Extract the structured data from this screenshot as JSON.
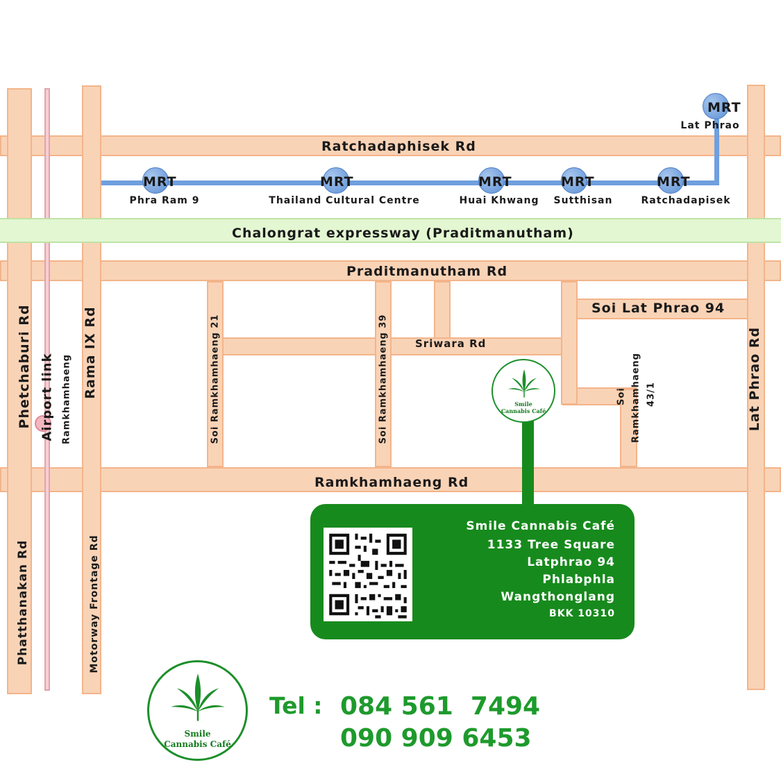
{
  "roads": {
    "ratchadaphisek": "Ratchadaphisek Rd",
    "chalongrat": "Chalongrat expressway (Praditmanutham)",
    "praditmanutham": "Praditmanutham Rd",
    "soi_lat_phrao_94": "Soi Lat Phrao 94",
    "sriwara": "Sriwara Rd",
    "ramkhamhaeng": "Ramkhamhaeng Rd",
    "phetchaburi": "Phetchaburi Rd",
    "airport_link": "Airport link",
    "airport_link_station": "Ramkhamhaeng",
    "rama_ix": "Rama IX Rd",
    "soi_ram_21": "Soi Ramkhamhaeng 21",
    "soi_ram_39": "Soi Ramkhamhaeng 39",
    "soi_ram_43_1_a": "Soi",
    "soi_ram_43_1_b": "Ramkhamhaeng",
    "soi_ram_43_1_c": "43/1",
    "lat_phrao": "Lat Phrao Rd",
    "phatthanakan": "Phatthanakan Rd",
    "motorway_frontage": "Motorway Frontage Rd"
  },
  "mrt": {
    "badge": "MRT",
    "stations": [
      "Phra Ram 9",
      "Thailand Cultural Centre",
      "Huai Khwang",
      "Sutthisan",
      "Ratchadapisek",
      "Lat Phrao"
    ]
  },
  "cafe": {
    "logo_line1": "Smile",
    "logo_line2": "Cannabis Café",
    "name": "Smile Cannabis Café",
    "address": [
      "1133 Tree Square",
      "Latphrao 94",
      "Phlabphla",
      "Wangthonglang",
      "BKK 10310"
    ]
  },
  "contact": {
    "tel_label": "Tel :",
    "phone1": "084 561  7494",
    "phone2": "090 909 6453"
  },
  "colors": {
    "road": "#f9d3b6",
    "expressway": "#e3f7d2",
    "mrt_line": "#5b8fd6",
    "brand_green": "#178a1d"
  }
}
